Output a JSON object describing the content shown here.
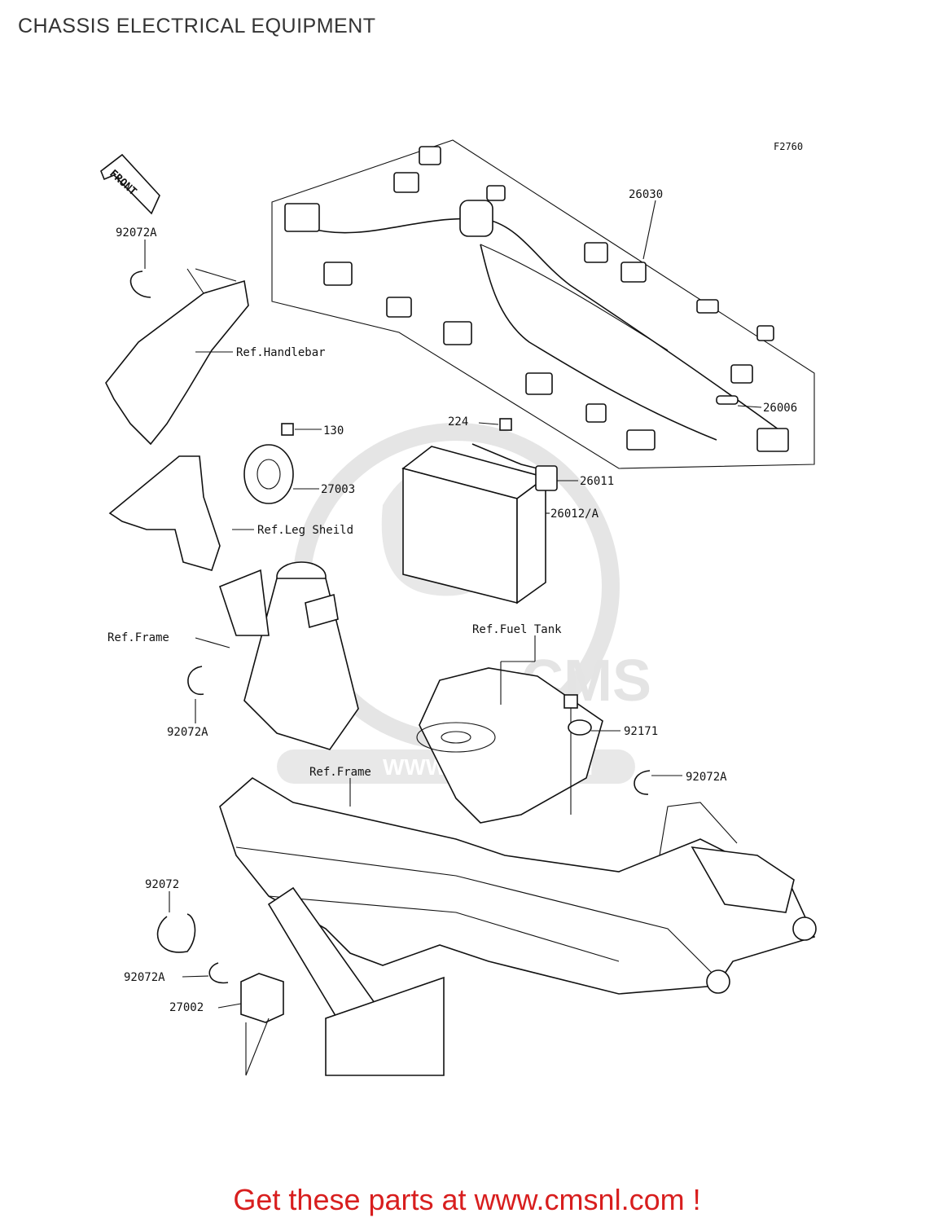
{
  "page": {
    "title": "CHASSIS ELECTRICAL EQUIPMENT"
  },
  "diagram": {
    "figure_code": "F2760",
    "front_arrow": "FRONT",
    "watermark": {
      "brand": "CMS",
      "url": "WWW.CMSNL.COM"
    },
    "callouts": {
      "c26030": "26030",
      "c92072A_top": "92072A",
      "ref_handlebar": "Ref.Handlebar",
      "c26006": "26006",
      "c224": "224",
      "c130": "130",
      "c26011": "26011",
      "c27003": "27003",
      "c26012A": "26012/A",
      "ref_leg_shield": "Ref.Leg Sheild",
      "ref_fuel_tank": "Ref.Fuel Tank",
      "ref_frame_left": "Ref.Frame",
      "c92072A_mid": "92072A",
      "c92171": "92171",
      "ref_frame_center": "Ref.Frame",
      "c92072A_right": "92072A",
      "c92072": "92072",
      "c92072A_low": "92072A",
      "c27002": "27002"
    }
  },
  "footer": {
    "cta": "Get these parts at www.cmsnl.com !"
  }
}
